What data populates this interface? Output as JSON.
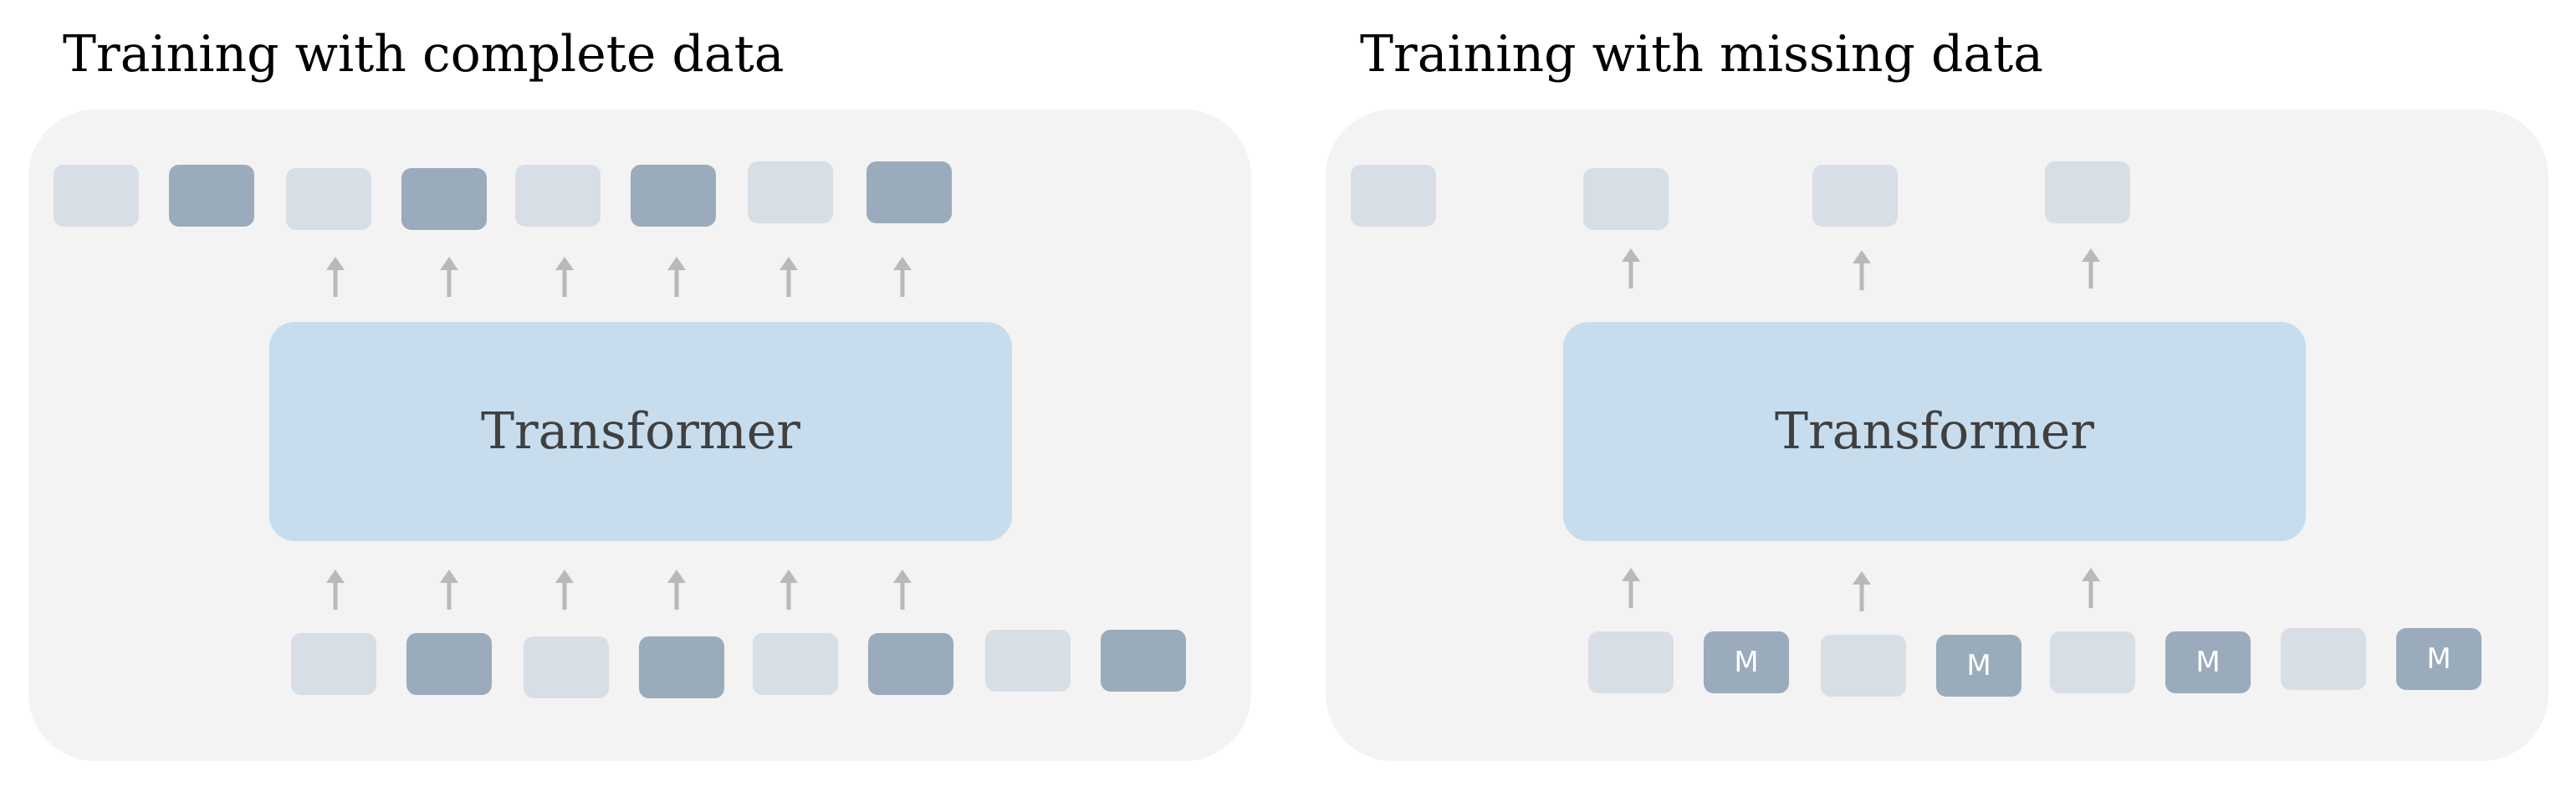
{
  "panels": [
    {
      "title": "Training with complete data",
      "transformer_label": "Transformer"
    },
    {
      "title": "Training with missing data",
      "transformer_label": "Transformer",
      "mask_token_label": "M"
    }
  ],
  "colors": {
    "panel_background": "#f3f3f3",
    "transformer_fill": "#c7ddee",
    "token_light": "#d8dee6",
    "token_dark": "#9aabbc",
    "arrow": "#b9b9b9"
  },
  "icons": {
    "arrow": "arrow-up-icon"
  }
}
